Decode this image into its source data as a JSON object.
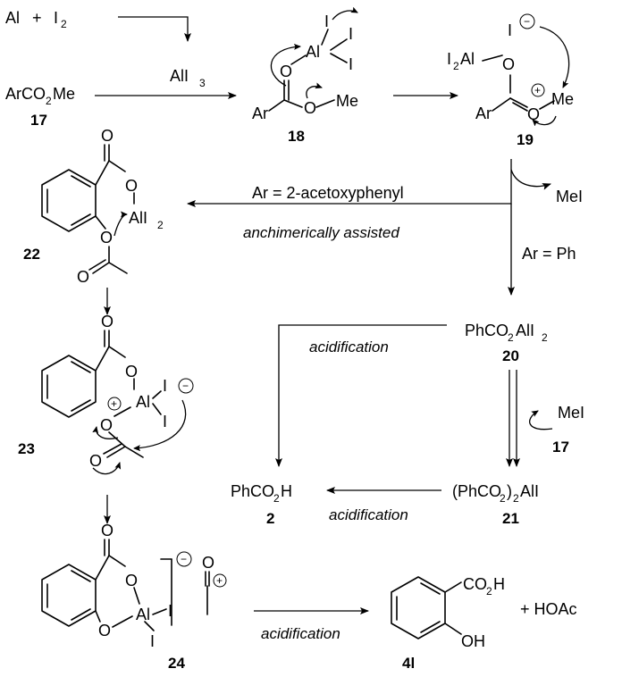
{
  "labels": {
    "al": "Al",
    "plus": "+",
    "i2": "I",
    "ari3_reagent": "AlI",
    "arco2me": "ArCO",
    "me": "Me",
    "ar": "Ar",
    "o": "O",
    "i": "I",
    "mei": "MeI",
    "i2al": "I",
    "alI2": "AlI",
    "phco2ali2": "PhCO",
    "phco2ali2_tail": "AlI",
    "phco2h": "PhCO",
    "phco2h_tail": "H",
    "phco2_2": "(PhCO",
    "phco2_2_tail": ")",
    "phco2_2_end": "AlI",
    "co2h": "CO",
    "co2h_tail": "H",
    "oh": "OH",
    "hoac": "+ HOAc",
    "sub2": "2",
    "sub3": "3"
  },
  "compounds": {
    "c17": "17",
    "c18": "18",
    "c19": "19",
    "c20": "20",
    "c21": "21",
    "c2": "2",
    "c22": "22",
    "c23": "23",
    "c24": "24",
    "c4l": "4l",
    "c17b": "17"
  },
  "conditions": {
    "ar_acetoxy": "Ar = 2-acetoxyphenyl",
    "anchimeric": "anchimerically assisted",
    "ar_ph": "Ar = Ph",
    "acid1": "acidification",
    "acid2": "acidification",
    "acid3": "acidification"
  },
  "charges": {
    "minus": "−",
    "plus": "+"
  }
}
